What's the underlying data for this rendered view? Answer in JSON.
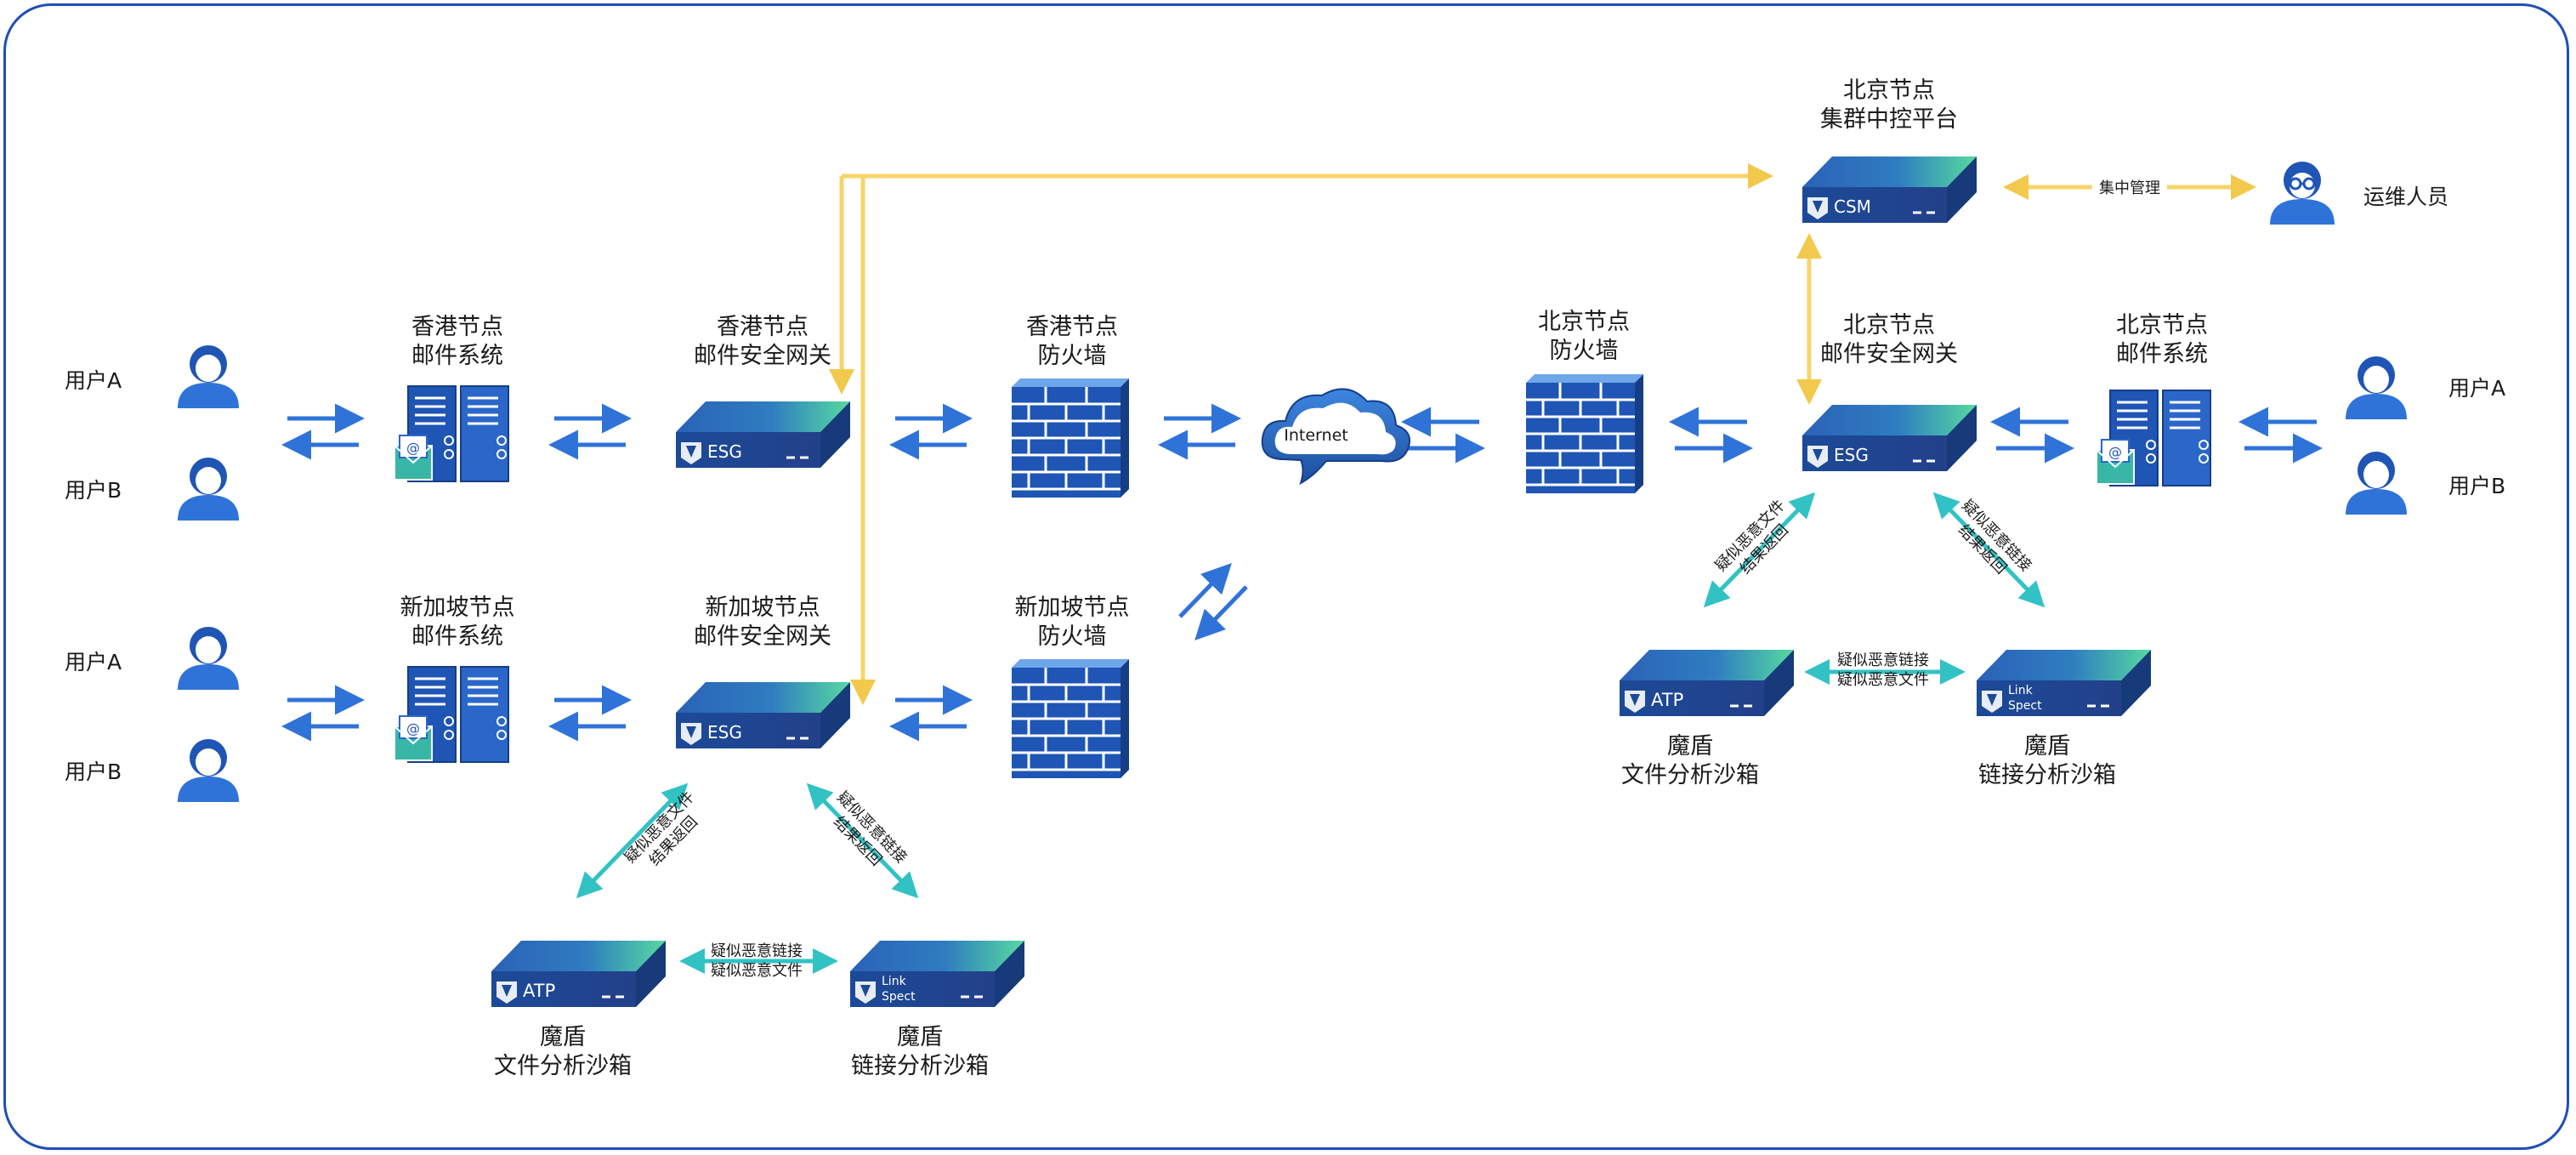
{
  "colors": {
    "blue_arrow": "#2f73d8",
    "yellow_line": "#f7d46a",
    "teal_arrow": "#32c2c4",
    "device_blue": "#1d4f9e",
    "device_green": "#4fd39d",
    "frame": "#1f4fb5"
  },
  "users": {
    "user_a": "用户A",
    "user_b": "用户B",
    "ops": "运维人员"
  },
  "hk": {
    "mail": [
      "香港节点",
      "邮件系统"
    ],
    "gateway": [
      "香港节点",
      "邮件安全网关"
    ],
    "firewall": [
      "香港节点",
      "防火墙"
    ]
  },
  "sg": {
    "mail": [
      "新加坡节点",
      "邮件系统"
    ],
    "gateway": [
      "新加坡节点",
      "邮件安全网关"
    ],
    "firewall": [
      "新加坡节点",
      "防火墙"
    ]
  },
  "bj": {
    "firewall": [
      "北京节点",
      "防火墙"
    ],
    "gateway": [
      "北京节点",
      "邮件安全网关"
    ],
    "mail": [
      "北京节点",
      "邮件系统"
    ],
    "csm": [
      "北京节点",
      "集群中控平台"
    ]
  },
  "cloud_label": "Internet",
  "device_labels": {
    "esg": "ESG",
    "csm": "CSM",
    "atp": "ATP",
    "link": [
      "Link",
      "Spect"
    ]
  },
  "sandbox": {
    "file": [
      "魔盾",
      "文件分析沙箱"
    ],
    "link": [
      "魔盾",
      "链接分析沙箱"
    ]
  },
  "flows": {
    "suspicious_file": [
      "疑似恶意文件",
      "结果返回"
    ],
    "suspicious_link": [
      "疑似恶意链接",
      "结果返回"
    ],
    "between_sandboxes": [
      "疑似恶意链接",
      "疑似恶意文件"
    ],
    "central_mgmt": "集中管理"
  },
  "icons": {
    "user": "user-avatar-icon",
    "mail_server": "mail-server-icon",
    "appliance": "network-appliance-icon",
    "firewall": "firewall-brick-icon",
    "cloud": "internet-cloud-icon",
    "ops": "operator-glasses-icon"
  }
}
